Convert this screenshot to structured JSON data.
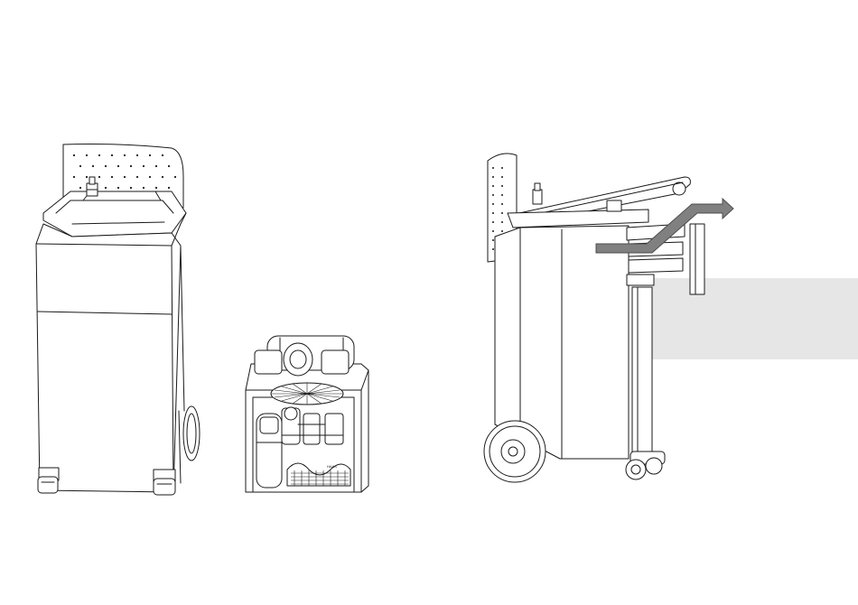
{
  "figure": {
    "background_color": "#ffffff",
    "line_color": "#1a1a1a",
    "panel_color": "#e6e6e6",
    "arrow_color": "#808080",
    "views": [
      {
        "name": "cabinet-front-view"
      },
      {
        "name": "compressor-unit-view"
      },
      {
        "name": "cabinet-side-view",
        "arrow": "pull-out-arrow"
      }
    ],
    "compressor_tag": "HAAS"
  }
}
